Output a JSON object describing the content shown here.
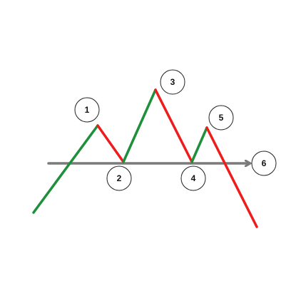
{
  "colors": {
    "up": "#1e8f3a",
    "down": "#ef1c1c",
    "baseline": "#7a7a7a",
    "marker_stroke": "#222222",
    "marker_fill": "#ffffff"
  },
  "markers": [
    {
      "label": "1"
    },
    {
      "label": "2"
    },
    {
      "label": "3"
    },
    {
      "label": "4"
    },
    {
      "label": "5"
    },
    {
      "label": "6"
    }
  ]
}
